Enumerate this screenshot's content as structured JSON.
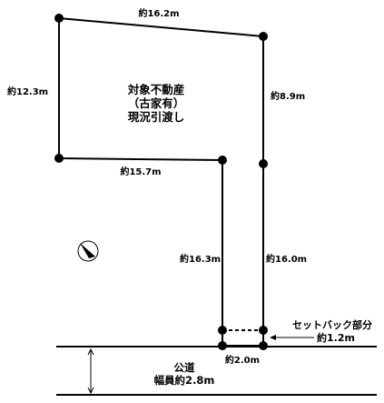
{
  "property": {
    "title_line1": "対象不動産",
    "title_line2": "（古家有）",
    "title_line3": "現況引渡し"
  },
  "dimensions": {
    "top": "約16.2m",
    "left": "約12.3m",
    "right_upper": "約8.9m",
    "inner_horizontal": "約15.7m",
    "pole_left": "約16.3m",
    "pole_right": "約16.0m",
    "frontage": "約2.0m"
  },
  "setback": {
    "label": "セットバック部分",
    "value": "約1.2m"
  },
  "road": {
    "name": "公道",
    "width_label": "幅員約2.8m"
  },
  "compass": {
    "icon": "north-arrow-icon"
  }
}
